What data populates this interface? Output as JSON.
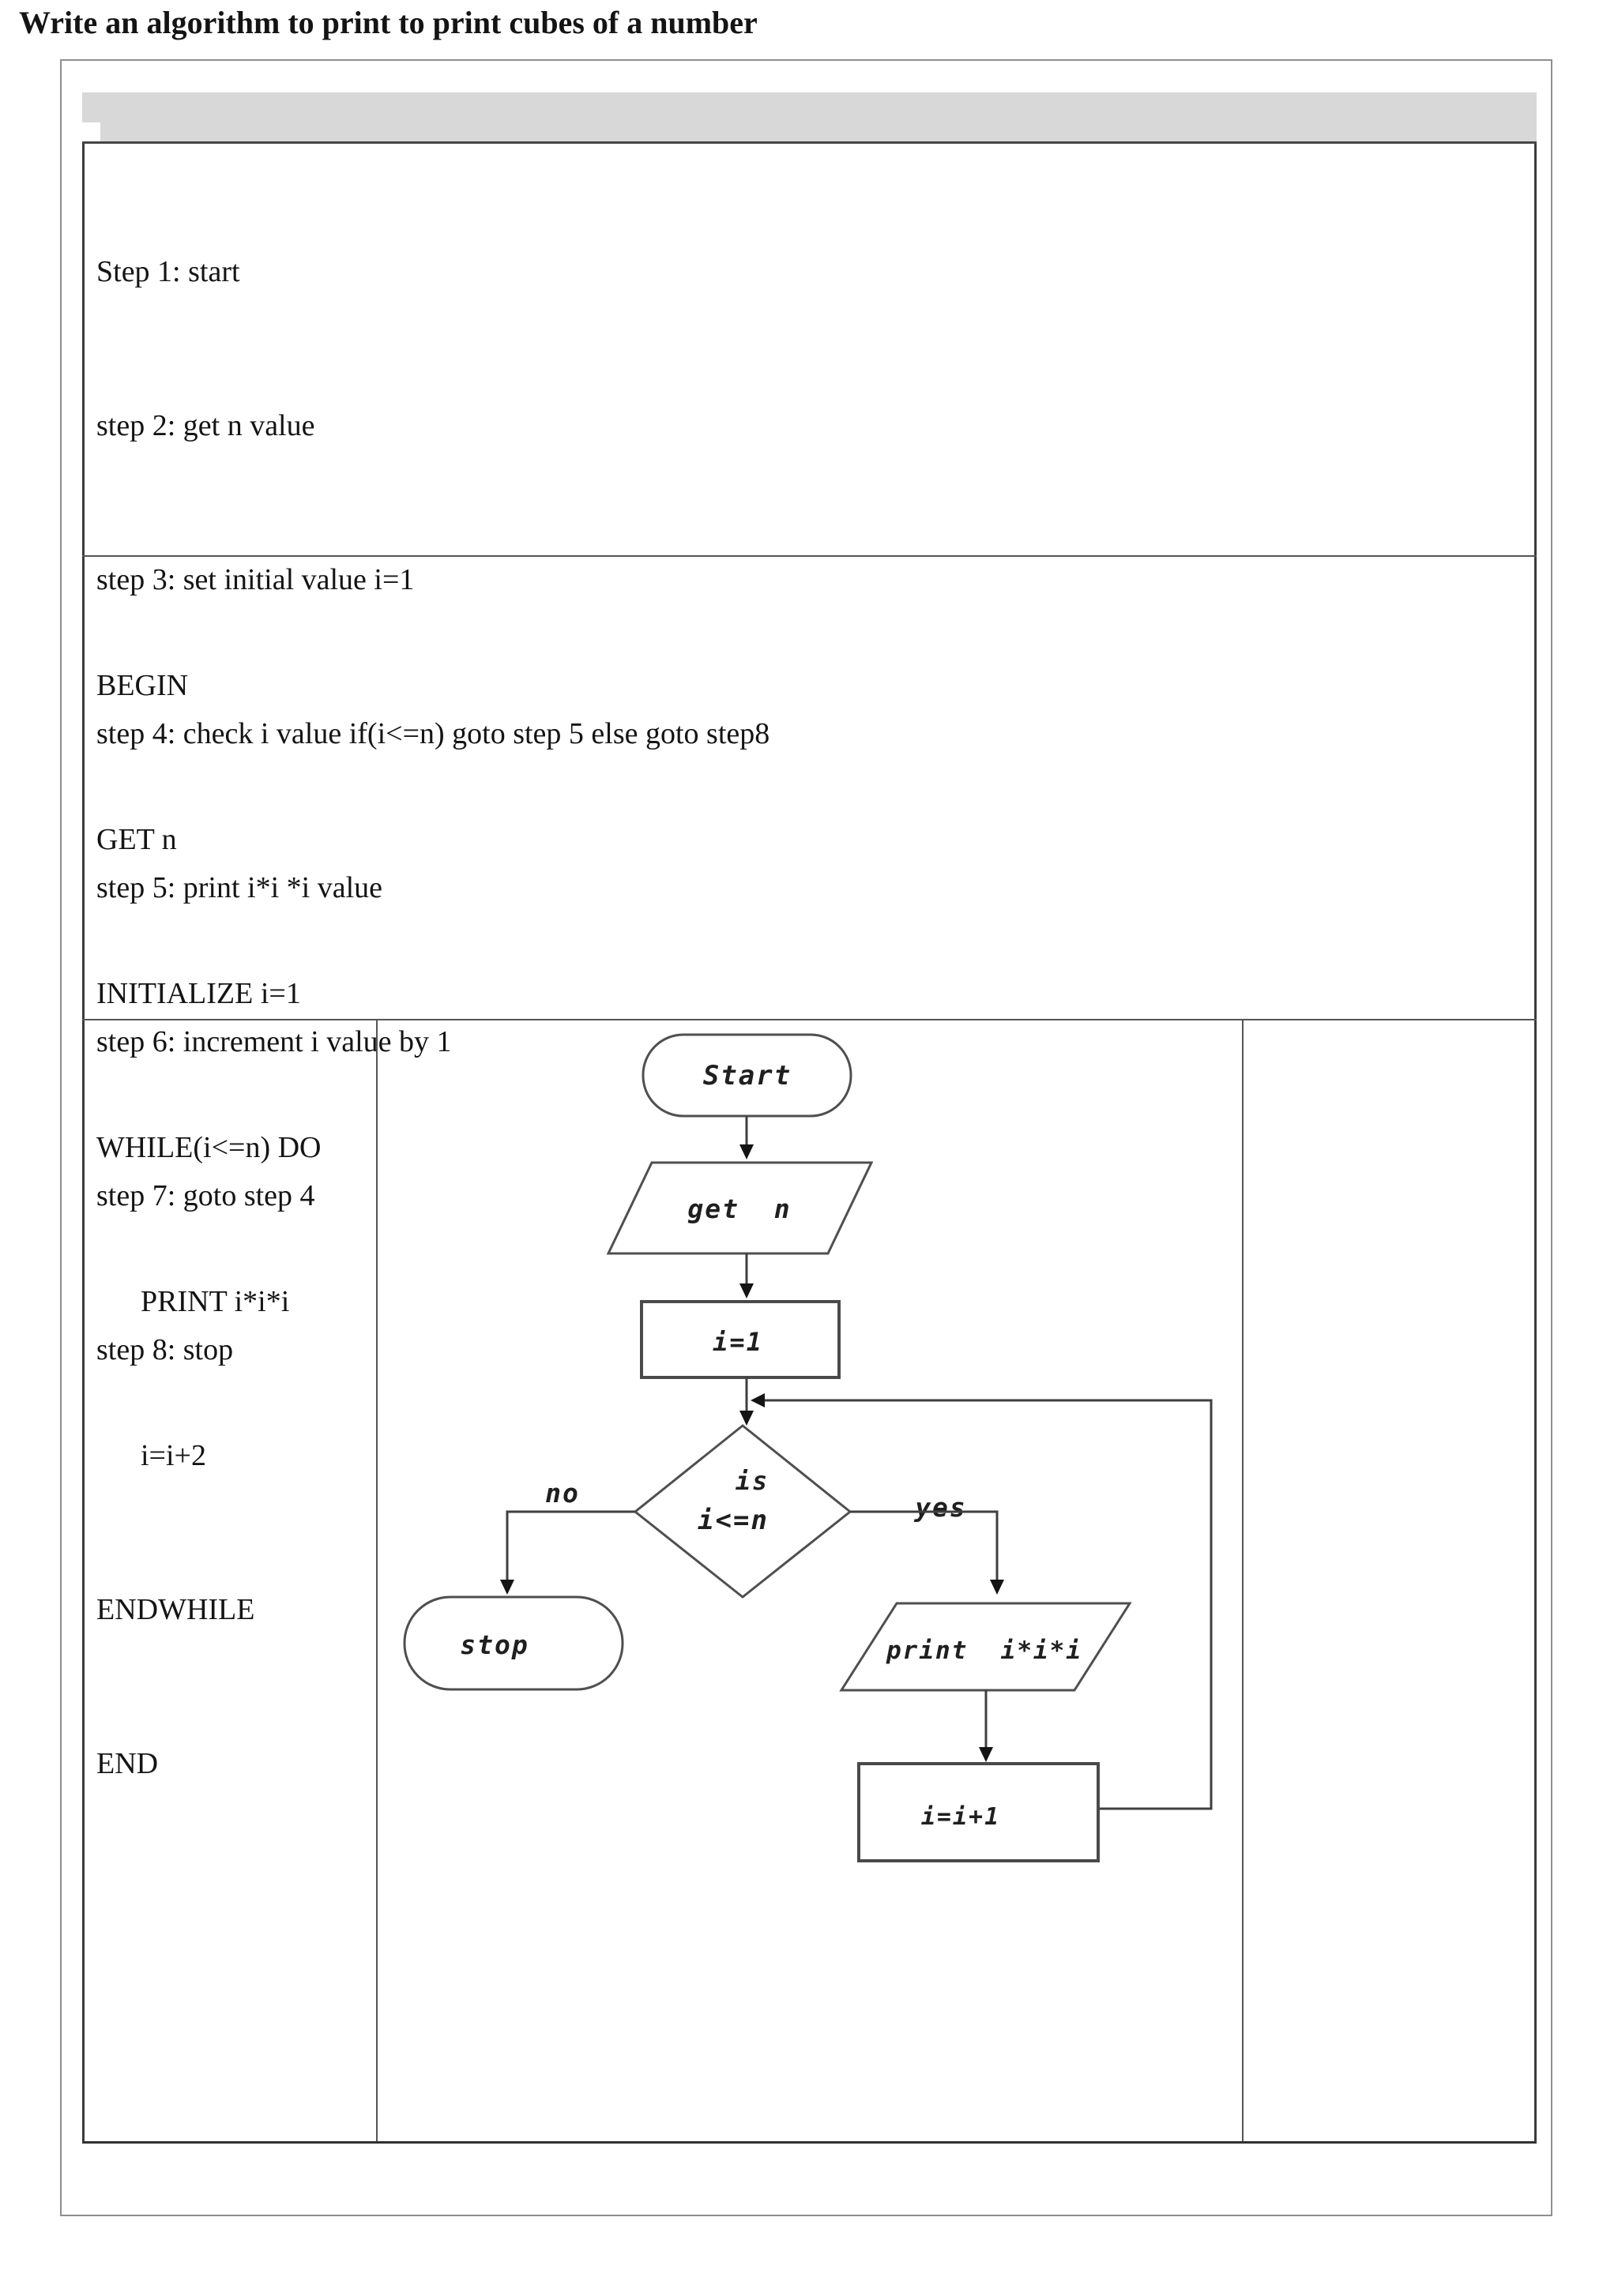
{
  "document": {
    "title": "Write an algorithm to print to print cubes of a number",
    "algorithm_steps": [
      "Step 1: start",
      "step 2: get n value",
      "step 3: set initial value i=1",
      "step 4: check i value if(i<=n) goto step 5 else goto step8",
      "step 5: print i*i *i value",
      "step 6: increment i value by 1",
      "step 7: goto step 4",
      "step 8: stop"
    ],
    "pseudocode": [
      "BEGIN",
      "GET n",
      "INITIALIZE i=1",
      "WHILE(i<=n) DO",
      "PRINT i*i*i",
      "i=i+2",
      "ENDWHILE",
      "END"
    ]
  },
  "flowchart": {
    "start_label": "Start",
    "input_label": "get  n",
    "init_label": "i=1",
    "decision_line1": "is",
    "decision_line2": "i<=n",
    "branch_no": "no",
    "branch_yes": "yes",
    "stop_label": "stop",
    "output_label": "print  i*i*i",
    "increment_label": "i=i+1"
  },
  "colors": {
    "title_shading": "#d8d8d8",
    "table_border": "#3b3b3b",
    "page_border": "#8e8e8e",
    "flow_stroke": "#4f4f4f",
    "text": "#141414"
  }
}
